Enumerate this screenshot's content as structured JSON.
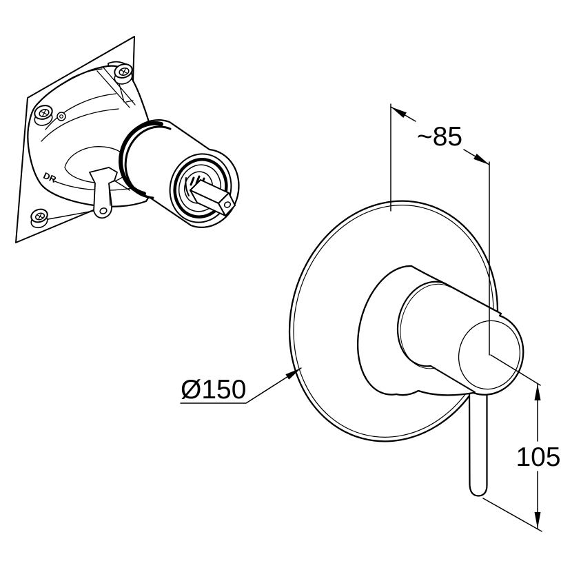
{
  "figure": {
    "type": "technical-installation-drawing",
    "background": "#ffffff",
    "line_color": "#000000"
  },
  "annotations": {
    "width_dimension": "~85",
    "height_dimension": "105",
    "diameter_dimension": "Ø150",
    "body_marking": "DR"
  },
  "parts": {
    "left_assembly": "concealed-valve-body-with-wall-plate-and-cartridge",
    "right_assembly": "round-escutcheon-with-single-lever-handle"
  }
}
